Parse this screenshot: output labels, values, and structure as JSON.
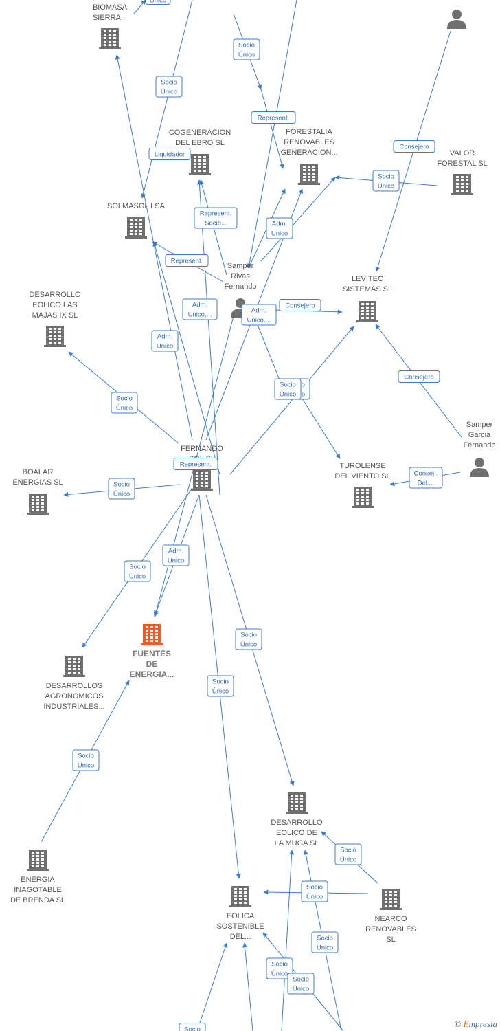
{
  "nodes": [
    {
      "id": "biomasa",
      "type": "company",
      "lines": [
        "BIOMASA",
        "SIERRA..."
      ]
    },
    {
      "id": "person_top",
      "type": "person",
      "lines": []
    },
    {
      "id": "cogeneracion",
      "type": "company",
      "lines": [
        "COGENERACION",
        "DEL EBRO  SL"
      ]
    },
    {
      "id": "forestalia",
      "type": "company",
      "lines": [
        "FORESTALIA",
        "RENOVABLES",
        "GENERACION..."
      ]
    },
    {
      "id": "valor",
      "type": "company",
      "lines": [
        "VALOR",
        "FORESTAL SL"
      ]
    },
    {
      "id": "solmasol",
      "type": "company",
      "lines": [
        "SOLMASOL I SA"
      ]
    },
    {
      "id": "samper_rivas",
      "type": "person",
      "lines": [
        "Samper",
        "Rivas",
        "Fernando"
      ]
    },
    {
      "id": "levitec",
      "type": "company",
      "lines": [
        "LEVITEC",
        "SISTEMAS  SL"
      ]
    },
    {
      "id": "desarrollo_majas",
      "type": "company",
      "lines": [
        "DESARROLLO",
        "EOLICO LAS",
        "MAJAS IX  SL"
      ]
    },
    {
      "id": "fernando",
      "type": "company",
      "lines": [
        "FERNANDO",
        "SOL SL"
      ]
    },
    {
      "id": "samper_garcia",
      "type": "person",
      "lines": [
        "Samper",
        "Garcia",
        "Fernando"
      ]
    },
    {
      "id": "boalar",
      "type": "company",
      "lines": [
        "BOALAR",
        "ENERGIAS  SL"
      ]
    },
    {
      "id": "turolense",
      "type": "company",
      "lines": [
        "TUROLENSE",
        "DEL VIENTO SL"
      ]
    },
    {
      "id": "fuentes",
      "type": "company",
      "highlight": true,
      "lines": [
        "FUENTES",
        "DE",
        "ENERGIA..."
      ]
    },
    {
      "id": "desarrollos_agro",
      "type": "company",
      "lines": [
        "DESARROLLOS",
        "AGRONOMICOS",
        "INDUSTRIALES..."
      ]
    },
    {
      "id": "desarrollo_muga",
      "type": "company",
      "lines": [
        "DESARROLLO",
        "EOLICO DE",
        "LA MUGA SL"
      ]
    },
    {
      "id": "energia_inagotable",
      "type": "company",
      "lines": [
        "ENERGIA",
        "INAGOTABLE",
        "DE BRENDA  SL"
      ]
    },
    {
      "id": "eolica",
      "type": "company",
      "lines": [
        "EOLICA",
        "SOSTENIBLE",
        "DEL..."
      ]
    },
    {
      "id": "nearco",
      "type": "company",
      "lines": [
        "NEARCO",
        "RENOVABLES",
        "SL"
      ]
    }
  ],
  "edge_labels": [
    {
      "id": "l_unico_top",
      "lines": [
        "Único"
      ]
    },
    {
      "id": "l_socio1",
      "lines": [
        "Socio",
        "Único"
      ]
    },
    {
      "id": "l_socio2",
      "lines": [
        "Socio",
        "Único"
      ]
    },
    {
      "id": "l_represent1",
      "lines": [
        "Represent."
      ]
    },
    {
      "id": "l_liquidador",
      "lines": [
        "Liquidador"
      ]
    },
    {
      "id": "l_consejero1",
      "lines": [
        "Consejero"
      ]
    },
    {
      "id": "l_socio3",
      "lines": [
        "Socio",
        "Único"
      ]
    },
    {
      "id": "l_represent_socio",
      "lines": [
        "Represent.",
        "Socio..."
      ]
    },
    {
      "id": "l_adm1",
      "lines": [
        "Adm.",
        "Unico"
      ]
    },
    {
      "id": "l_represent2",
      "lines": [
        "Represent."
      ]
    },
    {
      "id": "l_adm2",
      "lines": [
        "Adm.",
        "Unico,..."
      ]
    },
    {
      "id": "l_adm3",
      "lines": [
        "Adm.",
        "Unico,..."
      ]
    },
    {
      "id": "l_consejero2",
      "lines": [
        "Consejero"
      ]
    },
    {
      "id": "l_adm4",
      "lines": [
        "Adm.",
        "Unico"
      ]
    },
    {
      "id": "l_socio4",
      "lines": [
        "Socio",
        "Único"
      ]
    },
    {
      "id": "l_socio5",
      "lines": [
        "Socio",
        "Único"
      ]
    },
    {
      "id": "l_consejero3",
      "lines": [
        "Consejero"
      ]
    },
    {
      "id": "l_represent3",
      "lines": [
        "Represent."
      ]
    },
    {
      "id": "l_socio6",
      "lines": [
        "Socio",
        "Único"
      ]
    },
    {
      "id": "l_consej_del",
      "lines": [
        "Consej .",
        "Del...."
      ]
    },
    {
      "id": "l_adm5",
      "lines": [
        "Adm.",
        "Unico"
      ]
    },
    {
      "id": "l_socio7",
      "lines": [
        "Socio",
        "Único"
      ]
    },
    {
      "id": "l_socio8",
      "lines": [
        "Socio",
        "Único"
      ]
    },
    {
      "id": "l_socio9",
      "lines": [
        "Socio",
        "Único"
      ]
    },
    {
      "id": "l_socio10",
      "lines": [
        "Socio",
        "Único"
      ]
    },
    {
      "id": "l_socio11",
      "lines": [
        "Socio",
        "Único"
      ]
    },
    {
      "id": "l_socio12",
      "lines": [
        "Socio",
        "Único"
      ]
    },
    {
      "id": "l_socio13",
      "lines": [
        "Socio",
        "Único"
      ]
    },
    {
      "id": "l_socio14",
      "lines": [
        "Socio",
        "Único"
      ]
    },
    {
      "id": "l_socio15",
      "lines": [
        "Socio",
        "Único"
      ]
    },
    {
      "id": "l_socio16",
      "lines": [
        "Socio",
        "Único"
      ]
    },
    {
      "id": "l_socio17",
      "lines": [
        "Socio"
      ]
    }
  ],
  "colors": {
    "edge": "#3a7bd5",
    "icon": "#707070",
    "highlight": "#f05a28"
  },
  "branding": {
    "copyright": "©",
    "brand_initial": "E",
    "brand_rest": "mpresia"
  }
}
